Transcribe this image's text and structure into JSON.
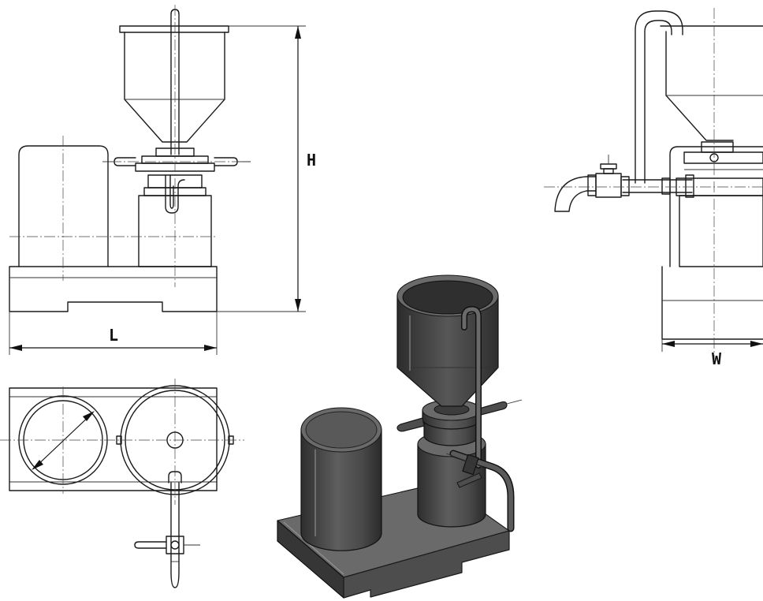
{
  "dimensions": {
    "height_label": "H",
    "length_label": "L",
    "width_label": "W"
  }
}
